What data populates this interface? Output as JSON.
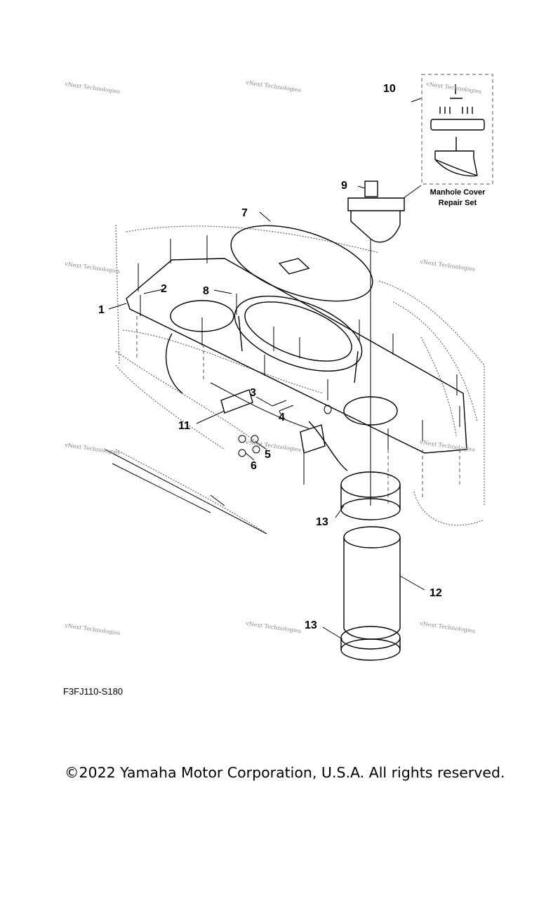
{
  "diagram": {
    "callouts": [
      "1",
      "2",
      "3",
      "4",
      "5",
      "6",
      "7",
      "8",
      "9",
      "10",
      "11",
      "12",
      "13",
      "13"
    ],
    "repair_set_label_line1": "Manhole Cover",
    "repair_set_label_line2": "Repair Set",
    "watermark": "vNext Technologies",
    "drawing_code": "F3FJ110-S180"
  },
  "footer": {
    "copyright": "©2022 Yamaha Motor Corporation, U.S.A. All rights reserved."
  }
}
